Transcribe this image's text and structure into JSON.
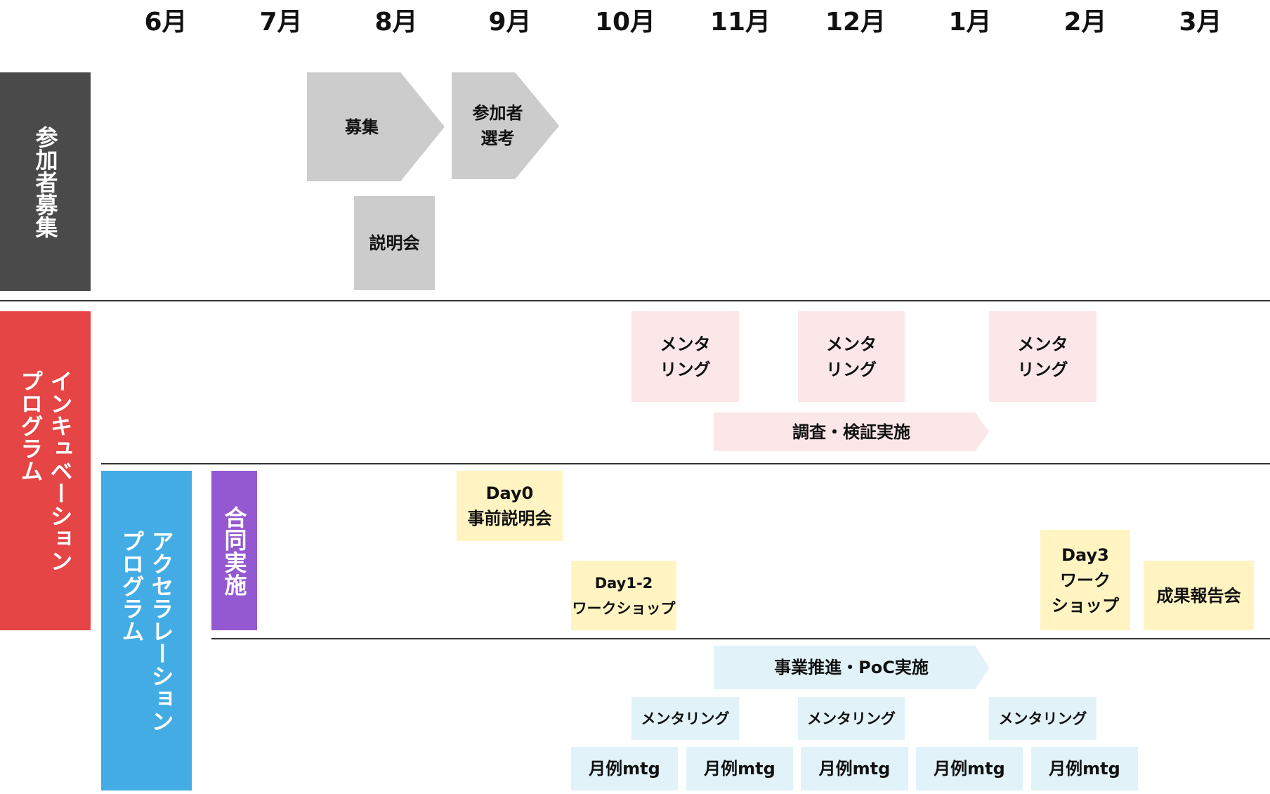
{
  "months": [
    "6月",
    "7月",
    "8月",
    "9月",
    "10月",
    "11月",
    "12月",
    "1月",
    "2月",
    "3月"
  ],
  "colors": {
    "recruit_label": "#4a4a4a",
    "incubation_label": "#e54545",
    "accelerator_label": "#44ace4",
    "joint_label": "#9459d1",
    "recruit_box": "#cccccc",
    "incubation_box": "#fbe7e8",
    "event_box": "#fff4c2",
    "accelerator_box": "#e1f3f9"
  },
  "sections": {
    "recruit": {
      "label": "参加者募集"
    },
    "incubation": {
      "label": "インキュベーション\nプログラム",
      "line1": "インキュベーション",
      "line2": "プログラム"
    },
    "accelerator": {
      "label": "アクセラレーション\nプログラム",
      "line1": "アクセラレーション",
      "line2": "プログラム"
    },
    "joint": {
      "label": "合同実施"
    }
  },
  "recruit": {
    "boshu": "募集",
    "senkou": "参加者\n選考",
    "setsumeikai": "説明会"
  },
  "incubation": {
    "mentoring": [
      "メンタ\nリング",
      "メンタ\nリング",
      "メンタ\nリング"
    ],
    "research": "調査・検証実施"
  },
  "joint": {
    "day0": "Day0\n事前説明会",
    "day12": "Day1-2\nワークショップ",
    "day3": "Day3\nワーク\nショップ",
    "report": "成果報告会"
  },
  "accelerator": {
    "poc": "事業推進・PoC実施",
    "mentoring": [
      "メンタリング",
      "メンタリング",
      "メンタリング"
    ],
    "monthly": [
      "月例mtg",
      "月例mtg",
      "月例mtg",
      "月例mtg",
      "月例mtg"
    ]
  }
}
